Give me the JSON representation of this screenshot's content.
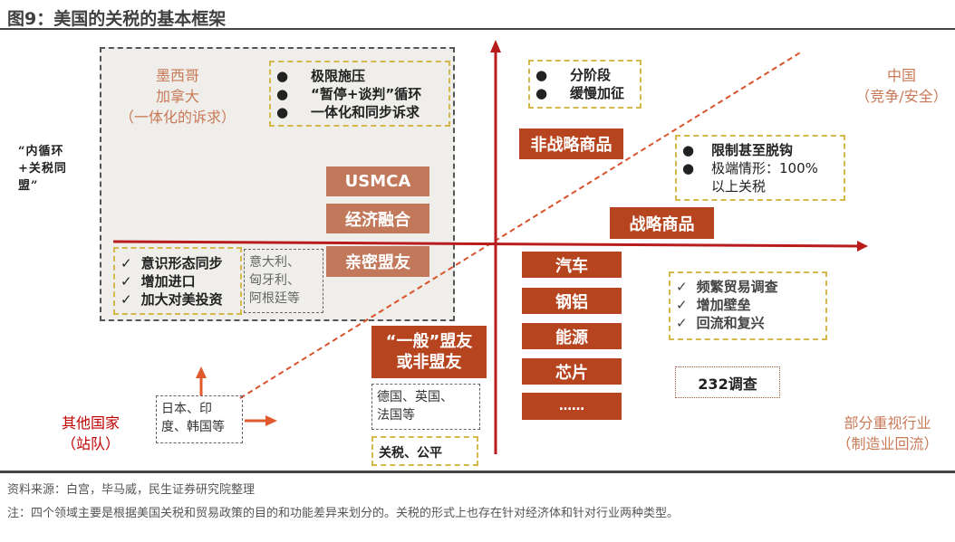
{
  "title": "图9：美国的关税的基本框架",
  "left_label": "“内循环+关税同盟”",
  "quadrant_tl": {
    "countries": [
      "墨西哥",
      "加拿大",
      "（一体化的诉求）"
    ],
    "bullets": [
      "极限施压",
      "“暂停+谈判”循环",
      "一体化和同步诉求"
    ],
    "tags": [
      "USMCA",
      "经济融合",
      "亲密盟友"
    ],
    "checks": [
      "意识形态同步",
      "增加进口",
      "加大对美投资"
    ],
    "examples": [
      "意大利、",
      "匈牙利、",
      "阿根廷等"
    ]
  },
  "quadrant_tr": {
    "bullets1": [
      "分阶段",
      "缓慢加征"
    ],
    "tag1": "非战略商品",
    "bullets2": [
      "限制甚至脱钩",
      "极端情形：100%以上关税"
    ],
    "tag2": "战略商品",
    "label": [
      "中国",
      "（竞争/安全）"
    ]
  },
  "quadrant_br": {
    "sectors": [
      "汽车",
      "钢铝",
      "能源",
      "芯片",
      "……"
    ],
    "checks": [
      "频繁贸易调查",
      "增加壁垒",
      "回流和复兴"
    ],
    "investigation": "232调查",
    "label": [
      "部分重视行业",
      "（制造业回流）"
    ]
  },
  "quadrant_bl": {
    "tag": [
      "“一般”盟友",
      "或非盟友"
    ],
    "examples": [
      "德国、英国、",
      "法国等"
    ],
    "principle": "关税、公平",
    "countries": [
      "日本、印",
      "度、韩国等"
    ],
    "label": [
      "其他国家",
      "（站队）"
    ]
  },
  "symbols": {
    "bullet": "●",
    "check": "✓"
  },
  "footer": {
    "source": "资料来源：白宫，毕马威，民生证券研究院整理",
    "note": "注：四个领域主要是根据美国关税和贸易政策的目的和功能差异来划分的。关税的形式上也存在针对经济体和针对行业两种类型。"
  },
  "colors": {
    "accent": "#b5441f",
    "muted": "#c2785a",
    "axis": "#b81c1c",
    "label_red": "#c00000",
    "label_orange": "#c87a58"
  }
}
